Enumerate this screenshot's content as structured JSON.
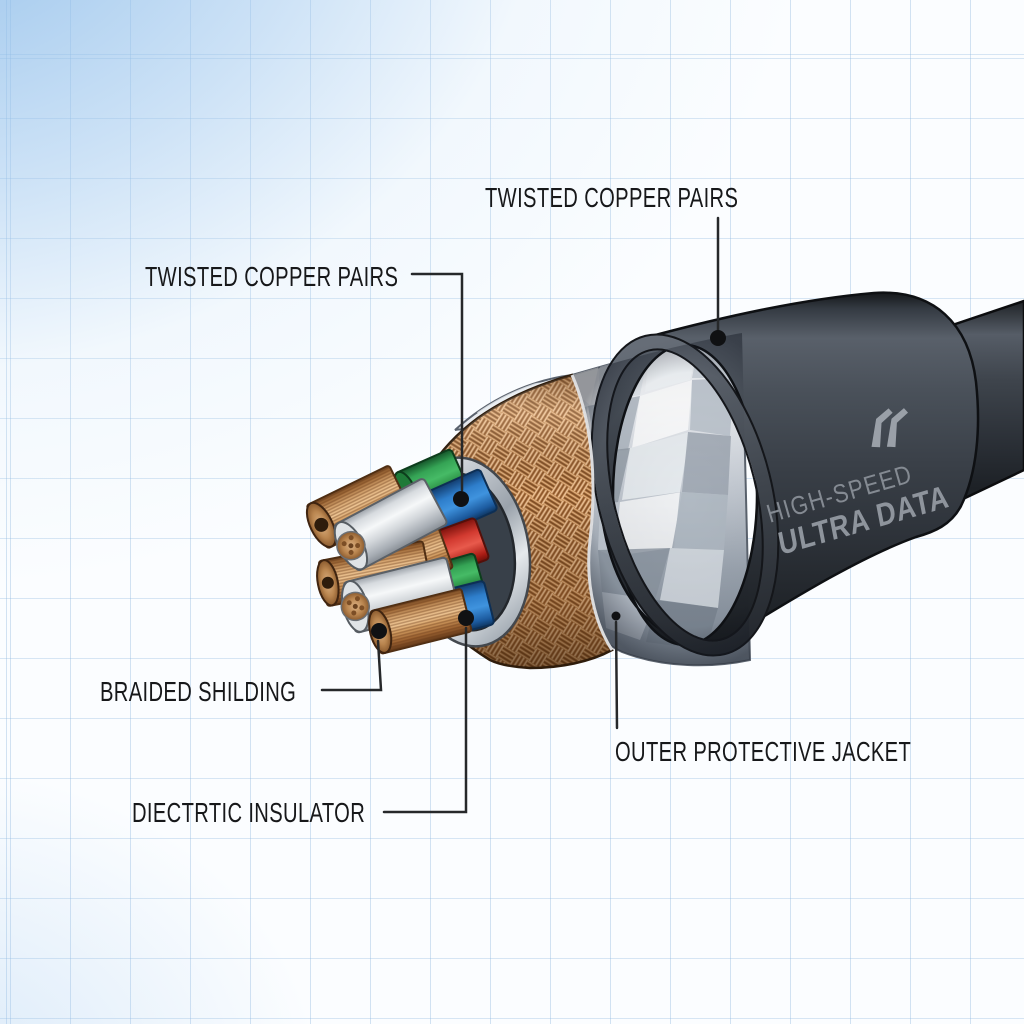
{
  "labels": {
    "twisted_pairs_top": "TWISTED COPPER PAIRS",
    "twisted_pairs_left": "TWISTED COPPER PAIRS",
    "braided_shielding": "BRAIDED SHILDING",
    "dielectric_insulator": "DIECTRTIC INSULATOR",
    "outer_jacket": "OUTER PROTECTIVE JACKET"
  },
  "cable_print": {
    "line1": "HIGH-SPEED",
    "line2": "ULTRA DATA"
  },
  "colors": {
    "label_text": "#17181a",
    "leader_line": "#26282a",
    "jacket_dark": "#373d45",
    "jacket_print_text": "#8b9199",
    "foil_silver": "#c6ccd4",
    "braid_copper": "#c08850",
    "copper_conductor": "#cf9a63",
    "insulation_green": "#2f9e4f",
    "insulation_blue": "#2b7fd4",
    "insulation_red": "#d93830",
    "white_wire": "#e9ecef",
    "dielectric_ring": "#b9bfc6",
    "background_grid_line": "#bdd8ee",
    "background_glow": "#a9cdec"
  }
}
